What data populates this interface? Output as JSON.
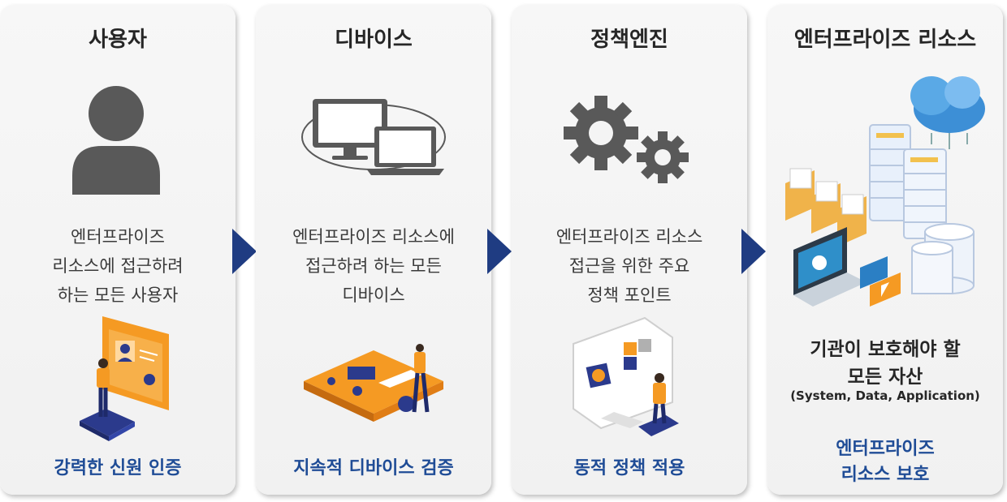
{
  "columns": [
    {
      "title": "사용자",
      "desc": [
        "엔터프라이즈",
        "리소스에 접근하려",
        "하는 모든 사용자"
      ],
      "footer": [
        "강력한 신원 인증"
      ]
    },
    {
      "title": "디바이스",
      "desc": [
        "엔터프라이즈 리소스에",
        "접근하려 하는 모든",
        "디바이스"
      ],
      "footer": [
        "지속적 디바이스 검증"
      ]
    },
    {
      "title": "정책엔진",
      "desc": [
        "엔터프라이즈 리소스",
        "접근을 위한 주요",
        "정책 포인트"
      ],
      "footer": [
        "동적 정책 적용"
      ]
    },
    {
      "title": "엔터프라이즈 리소스",
      "asset": [
        "기관이 보호해야 할",
        "모든 자산"
      ],
      "asset_sub": "(System, Data, Application)",
      "footer": [
        "엔터프라이즈",
        "리소스 보호"
      ]
    }
  ],
  "colors": {
    "accent_blue": "#1f4c96",
    "arrow": "#1f3c82",
    "icon_gray": "#595959",
    "orange": "#f59a23"
  }
}
